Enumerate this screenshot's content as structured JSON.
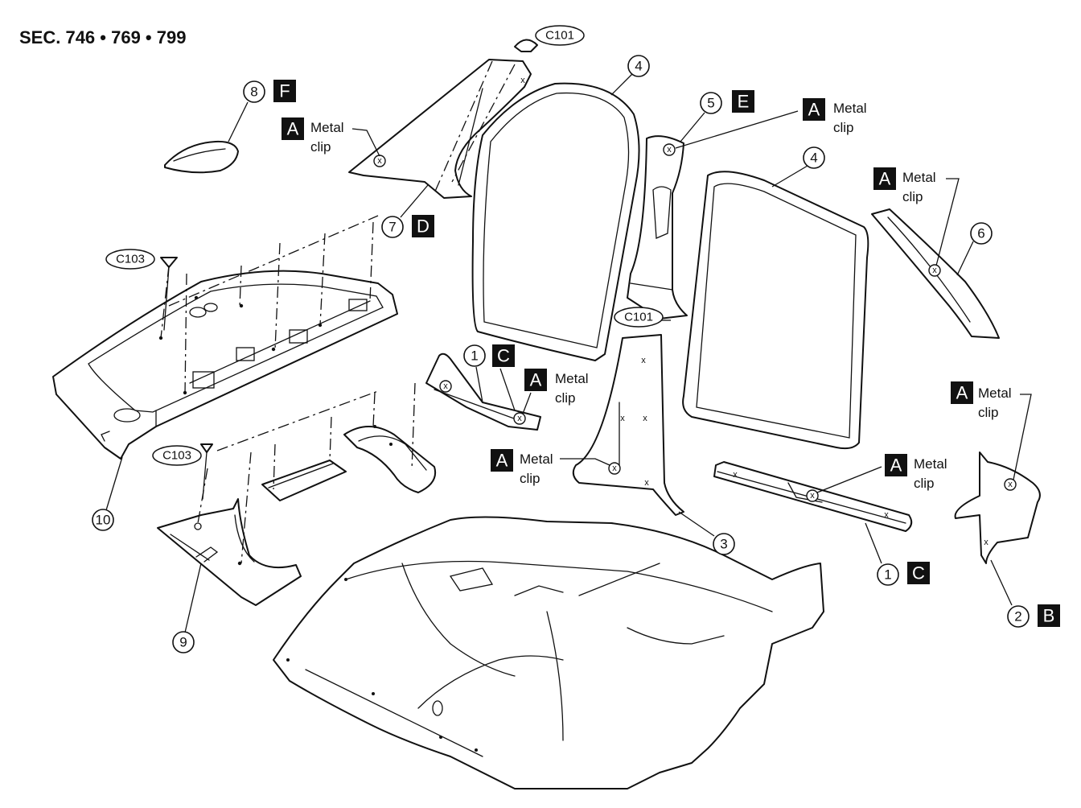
{
  "section_title": "SEC. 746 • 769 • 799",
  "metal_clip": {
    "box": "A",
    "line1": "Metal",
    "line2": "clip"
  },
  "connectors": {
    "c101": "C101",
    "c103": "C103"
  },
  "parts": {
    "p1a": {
      "num": "1",
      "letter": "C"
    },
    "p1b": {
      "num": "1",
      "letter": "C"
    },
    "p2": {
      "num": "2",
      "letter": "B"
    },
    "p3": {
      "num": "3"
    },
    "p4a": {
      "num": "4"
    },
    "p4b": {
      "num": "4"
    },
    "p5": {
      "num": "5",
      "letter": "E"
    },
    "p6": {
      "num": "6"
    },
    "p7": {
      "num": "7",
      "letter": "D"
    },
    "p8": {
      "num": "8",
      "letter": "F"
    },
    "p9": {
      "num": "9"
    },
    "p10": {
      "num": "10"
    }
  }
}
